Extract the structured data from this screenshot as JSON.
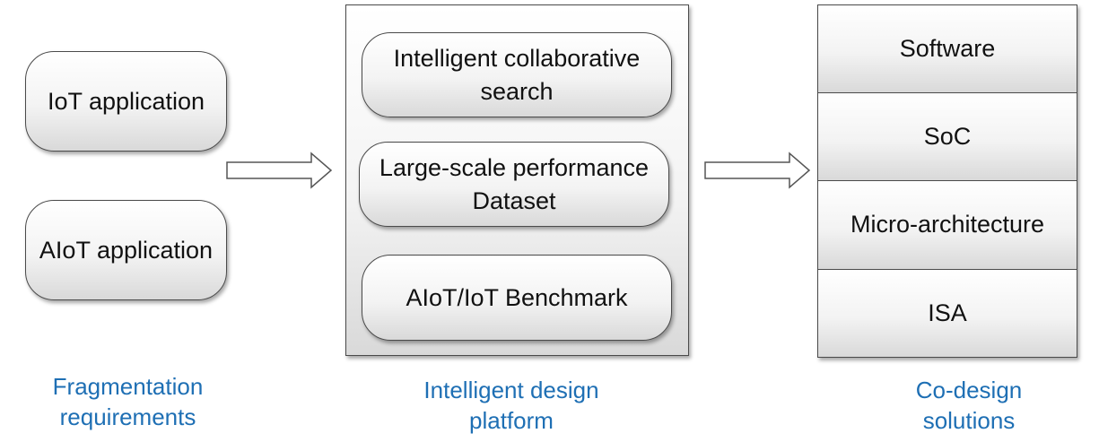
{
  "requirements": {
    "items": [
      "IoT application",
      "AIoT application"
    ],
    "caption_line1": "Fragmentation",
    "caption_line2": "requirements"
  },
  "platform": {
    "items": [
      {
        "line1": "Intelligent collaborative",
        "line2": "search"
      },
      {
        "line1": "Large-scale performance",
        "line2": "Dataset"
      },
      {
        "line1": "AIoT/IoT Benchmark",
        "line2": ""
      }
    ],
    "caption_line1": "Intelligent design",
    "caption_line2": "platform"
  },
  "solutions": {
    "layers": [
      "Software",
      "SoC",
      "Micro-architecture",
      "ISA"
    ],
    "caption_line1": "Co-design",
    "caption_line2": "solutions"
  },
  "colors": {
    "caption": "#1e6fb4",
    "border": "#4a4a4a"
  }
}
